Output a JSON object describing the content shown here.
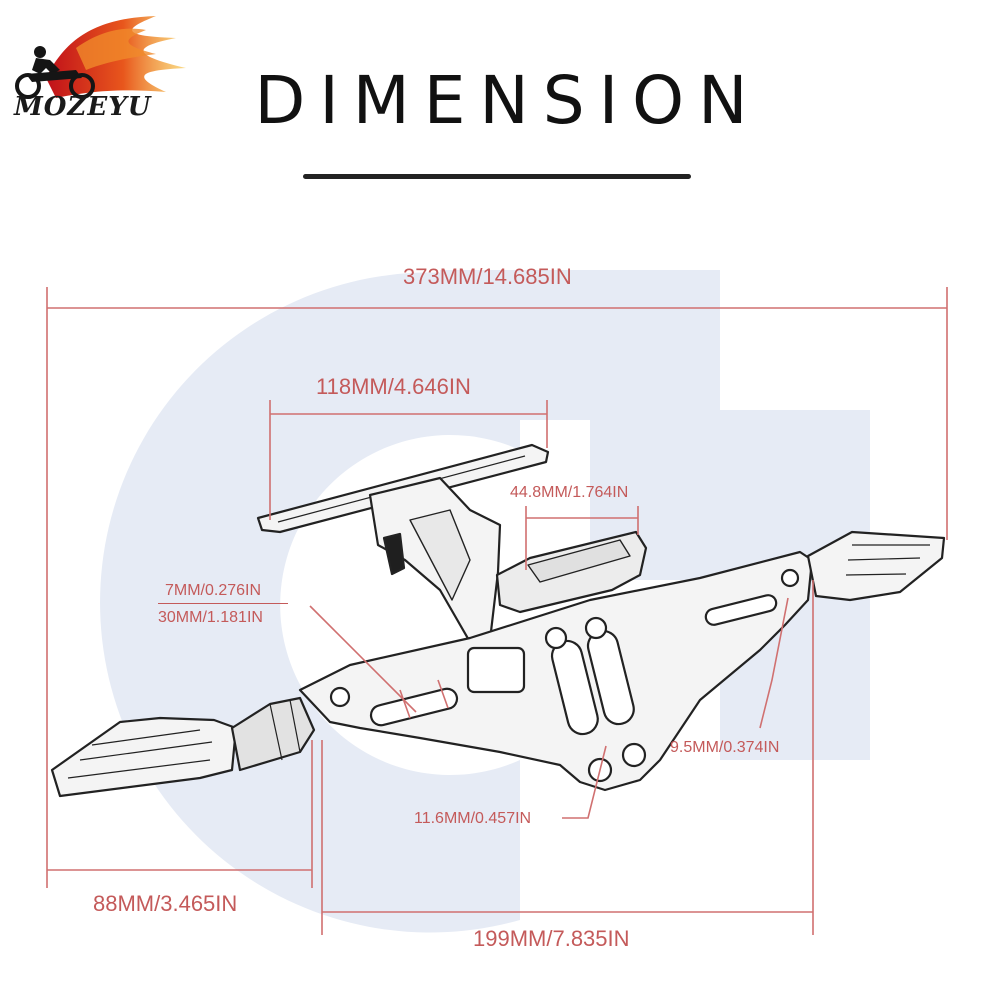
{
  "brand": {
    "name": "MOZEYU"
  },
  "header": {
    "title": "DIMENSION"
  },
  "dimensions": {
    "total_length": "373MM/14.685IN",
    "plate_width": "118MM/4.646IN",
    "bracket_width": "44.8MM/1.764IN",
    "slot_width": "7MM/0.276IN",
    "slot_length": "30MM/1.181IN",
    "hole_small": "9.5MM/0.374IN",
    "hole_large": "11.6MM/0.457IN",
    "stem_length": "88MM/3.465IN",
    "signal_spacing": "199MM/7.835IN"
  },
  "colors": {
    "dimension_text": "#c45a5a",
    "dimension_line": "#d07070",
    "outline": "#222222",
    "watermark": "#e6ebf5",
    "title": "#111111"
  },
  "icons": {
    "logo": "motocross-rider-flame-icon"
  }
}
